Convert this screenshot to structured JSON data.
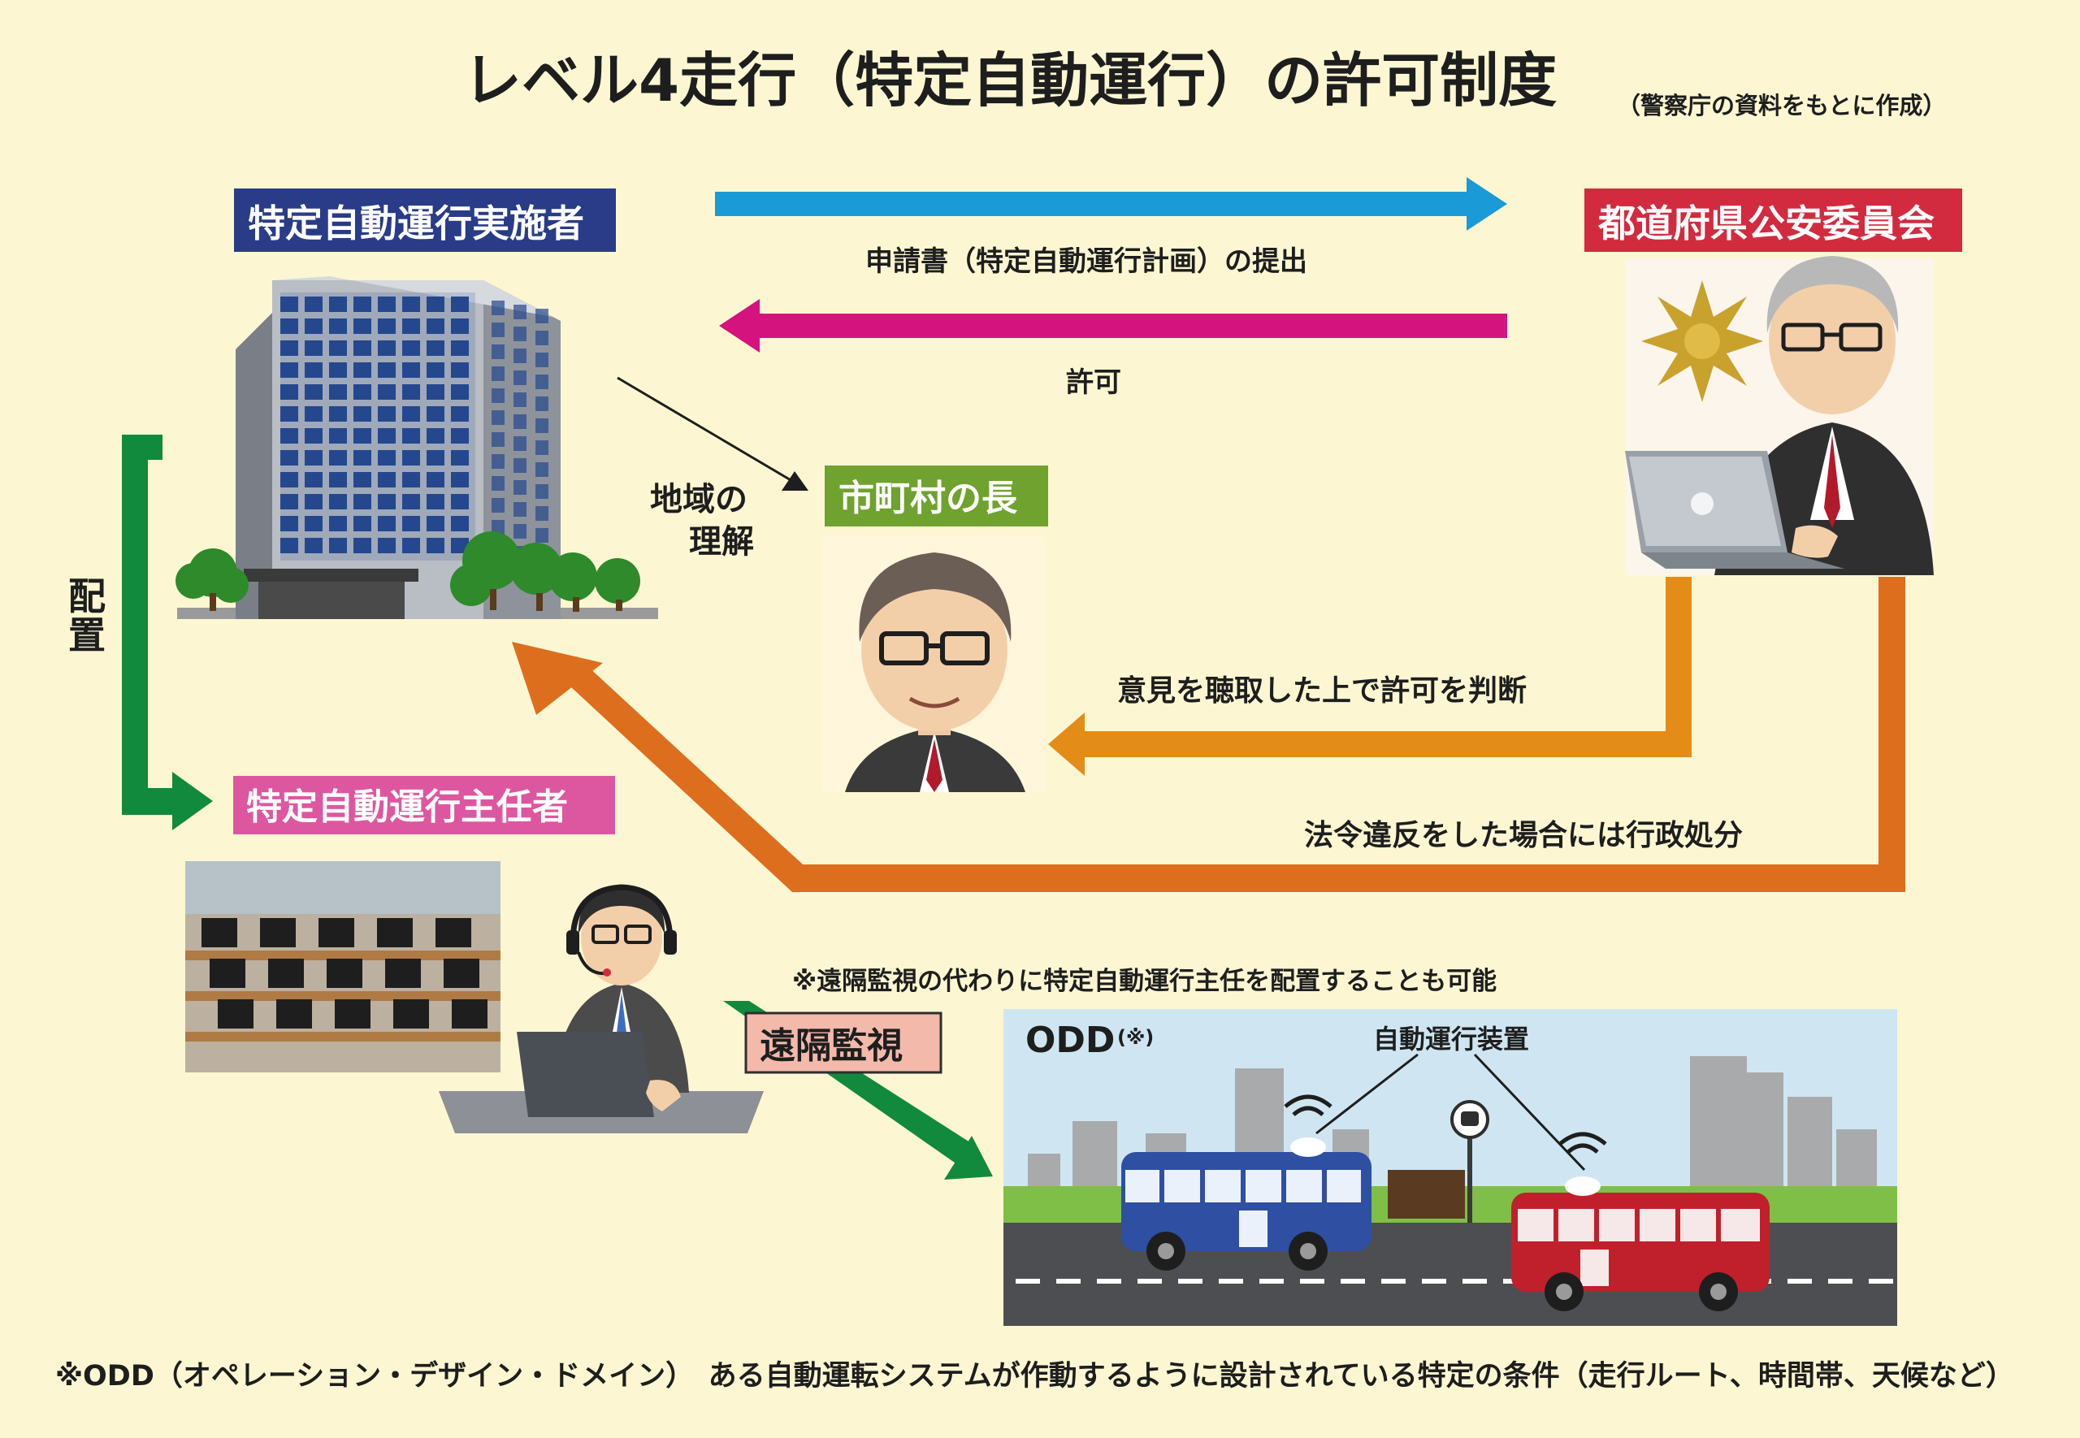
{
  "title": {
    "main": "レベル4走行（特定自動運行）の許可制度",
    "source": "（警察庁の資料をもとに作成）"
  },
  "actors": {
    "operator": "特定自動運行実施者",
    "commission": "都道府県公安委員会",
    "mayor": "市町村の長",
    "chief": "特定自動運行主任者"
  },
  "flows": {
    "application": "申請書（特定自動運行計画）の提出",
    "permit": "許可",
    "local_line1": "地域の",
    "local_line2": "理解",
    "opinion": "意見を聴取した上で許可を判断",
    "disposal": "法令違反をした場合には行政処分",
    "placement_1": "配",
    "placement_2": "置",
    "remote": "遠隔監視"
  },
  "odd_panel": {
    "note": "※遠隔監視の代わりに特定自動運行主任を配置することも可能",
    "label": "ODD",
    "label_note": "(※)",
    "device": "自動運行装置"
  },
  "footnote": "※ODD（オペレーション・デザイン・ドメイン）　ある自動運転システムが作動するように設計されている特定の条件（走行ルート、時間帯、天候など）",
  "colors": {
    "background": "#fcf7d2",
    "application_arrow": "#1a9ad6",
    "permit_arrow": "#d4137f",
    "orange_arrow": "#dd6e1e",
    "opinion_arrow": "#e48c18",
    "green_arrow": "#128a3e",
    "operator_label": "#2a3b88",
    "commission_label": "#d22b3f",
    "mayor_label": "#6fa22e",
    "chief_label": "#dd57a0",
    "remote_label": "#f3b9aa"
  }
}
